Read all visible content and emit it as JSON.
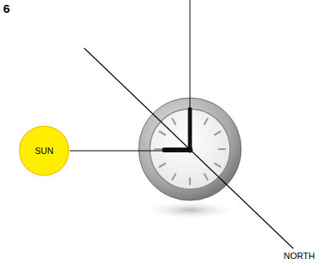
{
  "diagram": {
    "nodes": [
      {
        "text": [
          "SUN"
        ]
      }
    ],
    "labels": [
      "6",
      "NORTH"
    ]
  }
}
